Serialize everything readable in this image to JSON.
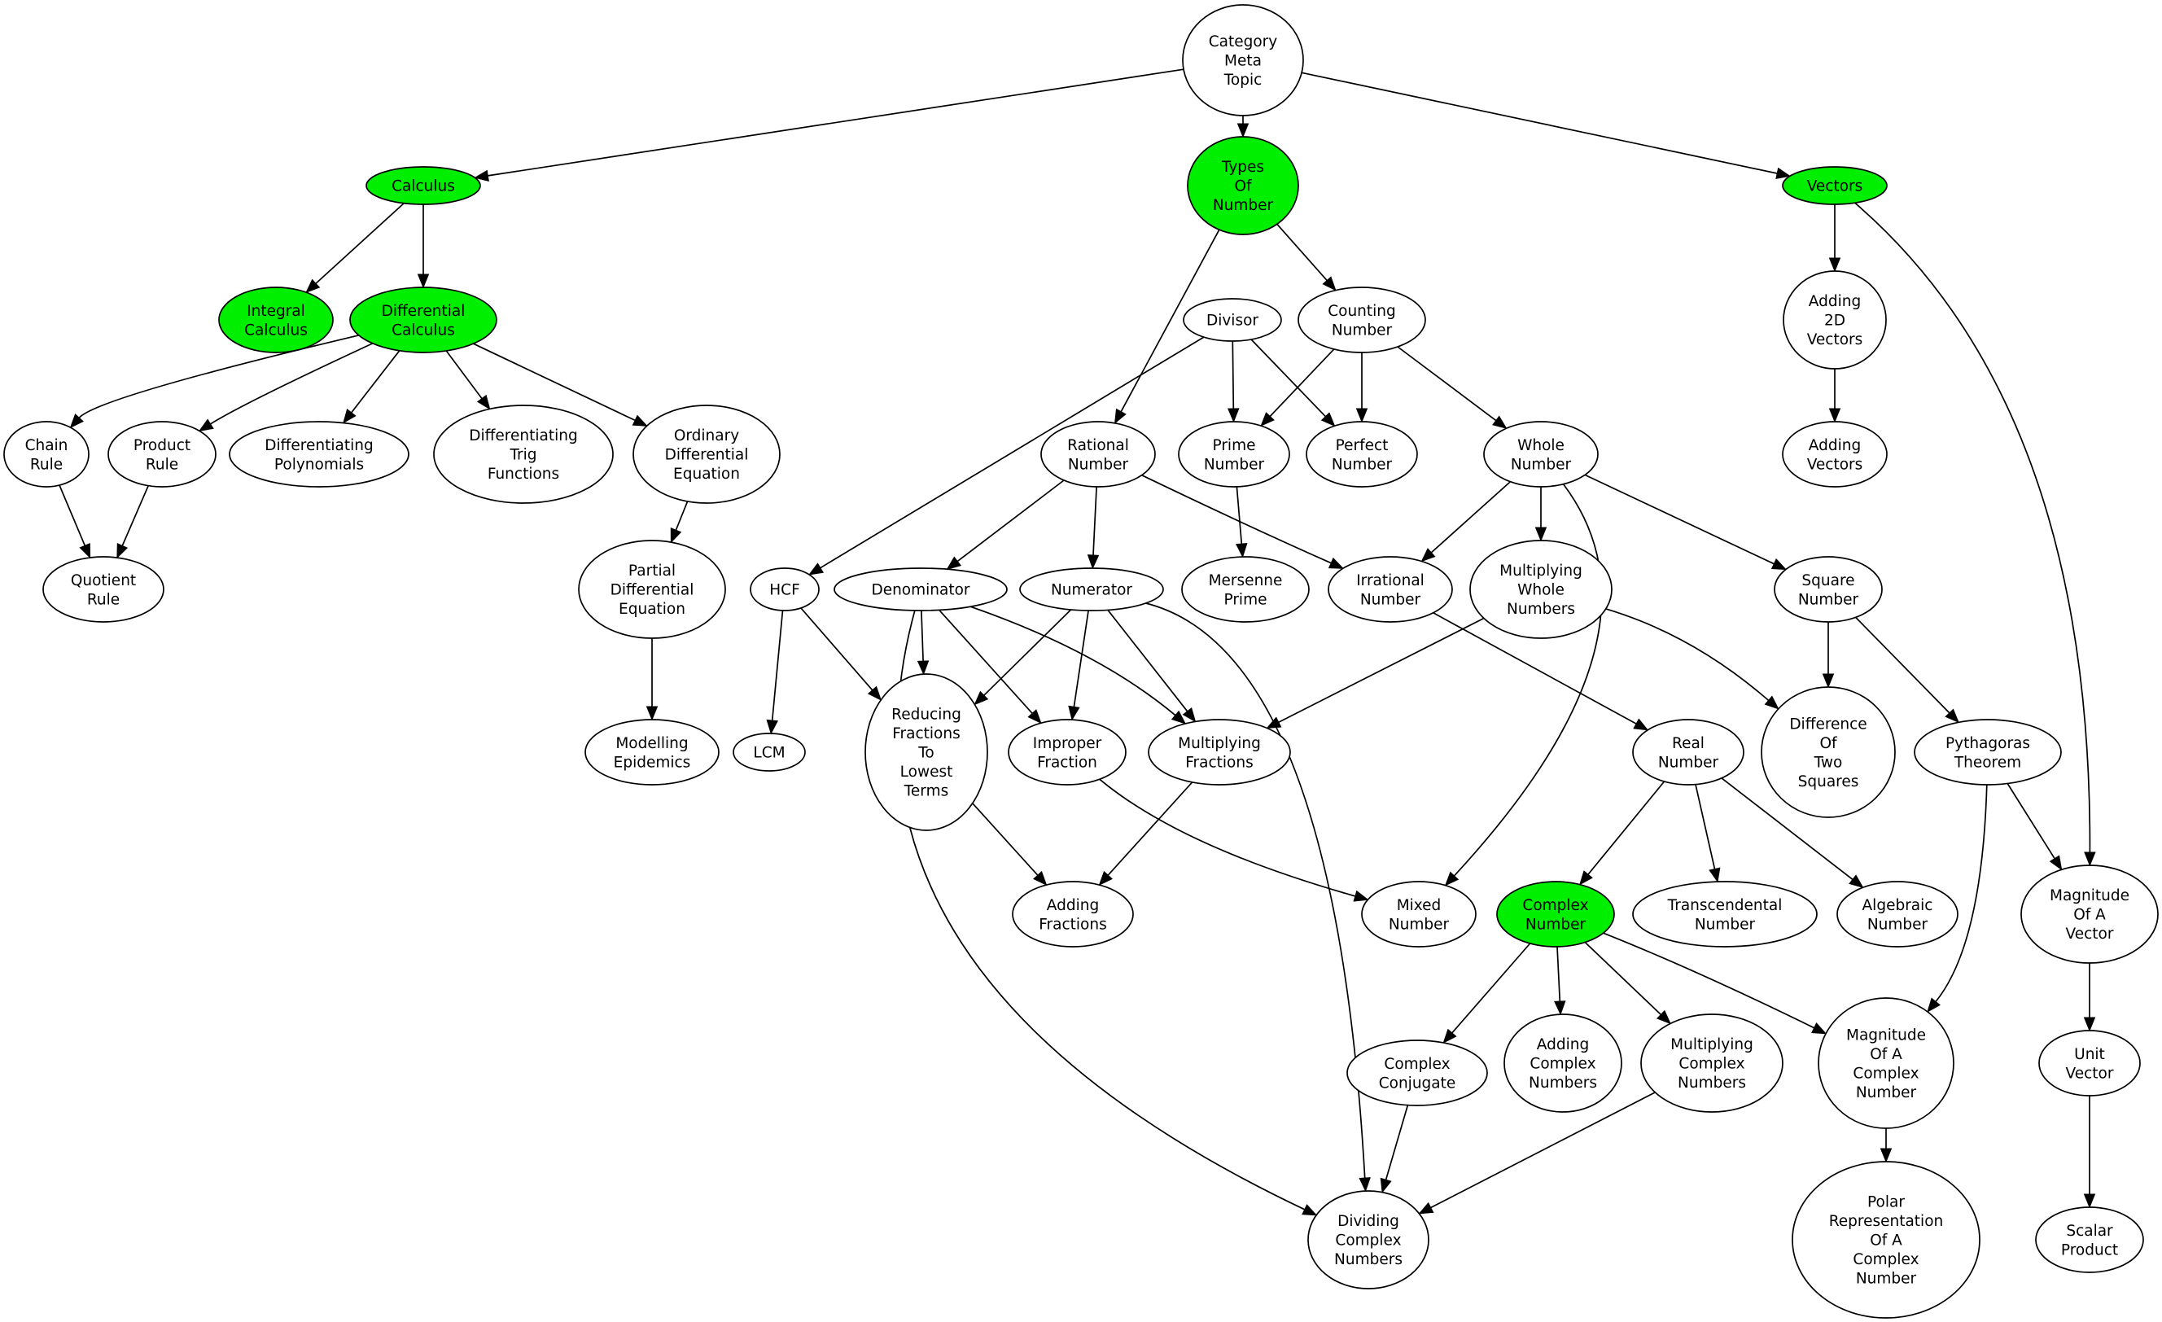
{
  "colors": {
    "highlight": "#00ee00",
    "default_fill": "#ffffff",
    "stroke": "#000000"
  },
  "nodes": [
    {
      "id": "category_meta_topic",
      "label": "Category\nMeta\nTopic",
      "highlight": false
    },
    {
      "id": "calculus",
      "label": "Calculus",
      "highlight": true
    },
    {
      "id": "types_of_number",
      "label": "Types\nOf\nNumber",
      "highlight": true
    },
    {
      "id": "vectors",
      "label": "Vectors",
      "highlight": true
    },
    {
      "id": "integral_calculus",
      "label": "Integral\nCalculus",
      "highlight": true
    },
    {
      "id": "differential_calculus",
      "label": "Differential\nCalculus",
      "highlight": true
    },
    {
      "id": "adding_2d_vectors",
      "label": "Adding\n2D\nVectors",
      "highlight": false
    },
    {
      "id": "divisor",
      "label": "Divisor",
      "highlight": false
    },
    {
      "id": "counting_number",
      "label": "Counting\nNumber",
      "highlight": false
    },
    {
      "id": "chain_rule",
      "label": "Chain\nRule",
      "highlight": false
    },
    {
      "id": "product_rule",
      "label": "Product\nRule",
      "highlight": false
    },
    {
      "id": "differentiating_polynomials",
      "label": "Differentiating\nPolynomials",
      "highlight": false
    },
    {
      "id": "differentiating_trig_functions",
      "label": "Differentiating\nTrig\nFunctions",
      "highlight": false
    },
    {
      "id": "ordinary_differential_equation",
      "label": "Ordinary\nDifferential\nEquation",
      "highlight": false
    },
    {
      "id": "rational_number",
      "label": "Rational\nNumber",
      "highlight": false
    },
    {
      "id": "prime_number",
      "label": "Prime\nNumber",
      "highlight": false
    },
    {
      "id": "perfect_number",
      "label": "Perfect\nNumber",
      "highlight": false
    },
    {
      "id": "whole_number",
      "label": "Whole\nNumber",
      "highlight": false
    },
    {
      "id": "adding_vectors",
      "label": "Adding\nVectors",
      "highlight": false
    },
    {
      "id": "quotient_rule",
      "label": "Quotient\nRule",
      "highlight": false
    },
    {
      "id": "partial_differential_equation",
      "label": "Partial\nDifferential\nEquation",
      "highlight": false
    },
    {
      "id": "hcf",
      "label": "HCF",
      "highlight": false
    },
    {
      "id": "denominator",
      "label": "Denominator",
      "highlight": false
    },
    {
      "id": "numerator",
      "label": "Numerator",
      "highlight": false
    },
    {
      "id": "mersenne_prime",
      "label": "Mersenne\nPrime",
      "highlight": false
    },
    {
      "id": "irrational_number",
      "label": "Irrational\nNumber",
      "highlight": false
    },
    {
      "id": "multiplying_whole_numbers",
      "label": "Multiplying\nWhole\nNumbers",
      "highlight": false
    },
    {
      "id": "square_number",
      "label": "Square\nNumber",
      "highlight": false
    },
    {
      "id": "modelling_epidemics",
      "label": "Modelling\nEpidemics",
      "highlight": false
    },
    {
      "id": "lcm",
      "label": "LCM",
      "highlight": false
    },
    {
      "id": "reducing_fractions",
      "label": "Reducing\nFractions\nTo\nLowest\nTerms",
      "highlight": false
    },
    {
      "id": "improper_fraction",
      "label": "Improper\nFraction",
      "highlight": false
    },
    {
      "id": "multiplying_fractions",
      "label": "Multiplying\nFractions",
      "highlight": false
    },
    {
      "id": "real_number",
      "label": "Real\nNumber",
      "highlight": false
    },
    {
      "id": "difference_of_two_squares",
      "label": "Difference\nOf\nTwo\nSquares",
      "highlight": false
    },
    {
      "id": "pythagoras_theorem",
      "label": "Pythagoras\nTheorem",
      "highlight": false
    },
    {
      "id": "adding_fractions",
      "label": "Adding\nFractions",
      "highlight": false
    },
    {
      "id": "mixed_number",
      "label": "Mixed\nNumber",
      "highlight": false
    },
    {
      "id": "complex_number",
      "label": "Complex\nNumber",
      "highlight": true
    },
    {
      "id": "transcendental_number",
      "label": "Transcendental\nNumber",
      "highlight": false
    },
    {
      "id": "algebraic_number",
      "label": "Algebraic\nNumber",
      "highlight": false
    },
    {
      "id": "magnitude_of_a_vector",
      "label": "Magnitude\nOf A\nVector",
      "highlight": false
    },
    {
      "id": "complex_conjugate",
      "label": "Complex\nConjugate",
      "highlight": false
    },
    {
      "id": "adding_complex_numbers",
      "label": "Adding\nComplex\nNumbers",
      "highlight": false
    },
    {
      "id": "multiplying_complex_numbers",
      "label": "Multiplying\nComplex\nNumbers",
      "highlight": false
    },
    {
      "id": "magnitude_of_a_complex_number",
      "label": "Magnitude\nOf A\nComplex\nNumber",
      "highlight": false
    },
    {
      "id": "unit_vector",
      "label": "Unit\nVector",
      "highlight": false
    },
    {
      "id": "dividing_complex_numbers",
      "label": "Dividing\nComplex\nNumbers",
      "highlight": false
    },
    {
      "id": "polar_representation",
      "label": "Polar\nRepresentation\nOf A\nComplex\nNumber",
      "highlight": false
    },
    {
      "id": "scalar_product",
      "label": "Scalar\nProduct",
      "highlight": false
    }
  ],
  "edges": [
    [
      "category_meta_topic",
      "calculus"
    ],
    [
      "category_meta_topic",
      "types_of_number"
    ],
    [
      "category_meta_topic",
      "vectors"
    ],
    [
      "calculus",
      "integral_calculus"
    ],
    [
      "calculus",
      "differential_calculus"
    ],
    [
      "differential_calculus",
      "chain_rule"
    ],
    [
      "differential_calculus",
      "product_rule"
    ],
    [
      "differential_calculus",
      "differentiating_polynomials"
    ],
    [
      "differential_calculus",
      "differentiating_trig_functions"
    ],
    [
      "differential_calculus",
      "ordinary_differential_equation"
    ],
    [
      "chain_rule",
      "quotient_rule"
    ],
    [
      "product_rule",
      "quotient_rule"
    ],
    [
      "ordinary_differential_equation",
      "partial_differential_equation"
    ],
    [
      "partial_differential_equation",
      "modelling_epidemics"
    ],
    [
      "types_of_number",
      "counting_number"
    ],
    [
      "types_of_number",
      "rational_number"
    ],
    [
      "counting_number",
      "prime_number"
    ],
    [
      "counting_number",
      "perfect_number"
    ],
    [
      "counting_number",
      "whole_number"
    ],
    [
      "divisor",
      "hcf"
    ],
    [
      "divisor",
      "prime_number"
    ],
    [
      "divisor",
      "perfect_number"
    ],
    [
      "prime_number",
      "mersenne_prime"
    ],
    [
      "rational_number",
      "denominator"
    ],
    [
      "rational_number",
      "numerator"
    ],
    [
      "rational_number",
      "irrational_number"
    ],
    [
      "whole_number",
      "irrational_number"
    ],
    [
      "whole_number",
      "multiplying_whole_numbers"
    ],
    [
      "whole_number",
      "square_number"
    ],
    [
      "whole_number",
      "mixed_number"
    ],
    [
      "hcf",
      "lcm"
    ],
    [
      "hcf",
      "reducing_fractions"
    ],
    [
      "denominator",
      "reducing_fractions"
    ],
    [
      "denominator",
      "improper_fraction"
    ],
    [
      "denominator",
      "multiplying_fractions"
    ],
    [
      "denominator",
      "dividing_complex_numbers"
    ],
    [
      "numerator",
      "reducing_fractions"
    ],
    [
      "numerator",
      "improper_fraction"
    ],
    [
      "numerator",
      "multiplying_fractions"
    ],
    [
      "numerator",
      "dividing_complex_numbers"
    ],
    [
      "multiplying_whole_numbers",
      "multiplying_fractions"
    ],
    [
      "multiplying_whole_numbers",
      "difference_of_two_squares"
    ],
    [
      "irrational_number",
      "real_number"
    ],
    [
      "square_number",
      "difference_of_two_squares"
    ],
    [
      "square_number",
      "pythagoras_theorem"
    ],
    [
      "reducing_fractions",
      "adding_fractions"
    ],
    [
      "multiplying_fractions",
      "adding_fractions"
    ],
    [
      "improper_fraction",
      "mixed_number"
    ],
    [
      "real_number",
      "complex_number"
    ],
    [
      "real_number",
      "transcendental_number"
    ],
    [
      "real_number",
      "algebraic_number"
    ],
    [
      "pythagoras_theorem",
      "magnitude_of_a_vector"
    ],
    [
      "pythagoras_theorem",
      "magnitude_of_a_complex_number"
    ],
    [
      "vectors",
      "adding_2d_vectors"
    ],
    [
      "vectors",
      "magnitude_of_a_vector"
    ],
    [
      "adding_2d_vectors",
      "adding_vectors"
    ],
    [
      "magnitude_of_a_vector",
      "unit_vector"
    ],
    [
      "unit_vector",
      "scalar_product"
    ],
    [
      "complex_number",
      "complex_conjugate"
    ],
    [
      "complex_number",
      "adding_complex_numbers"
    ],
    [
      "complex_number",
      "multiplying_complex_numbers"
    ],
    [
      "complex_number",
      "magnitude_of_a_complex_number"
    ],
    [
      "complex_conjugate",
      "dividing_complex_numbers"
    ],
    [
      "multiplying_complex_numbers",
      "dividing_complex_numbers"
    ],
    [
      "magnitude_of_a_complex_number",
      "polar_representation"
    ]
  ]
}
